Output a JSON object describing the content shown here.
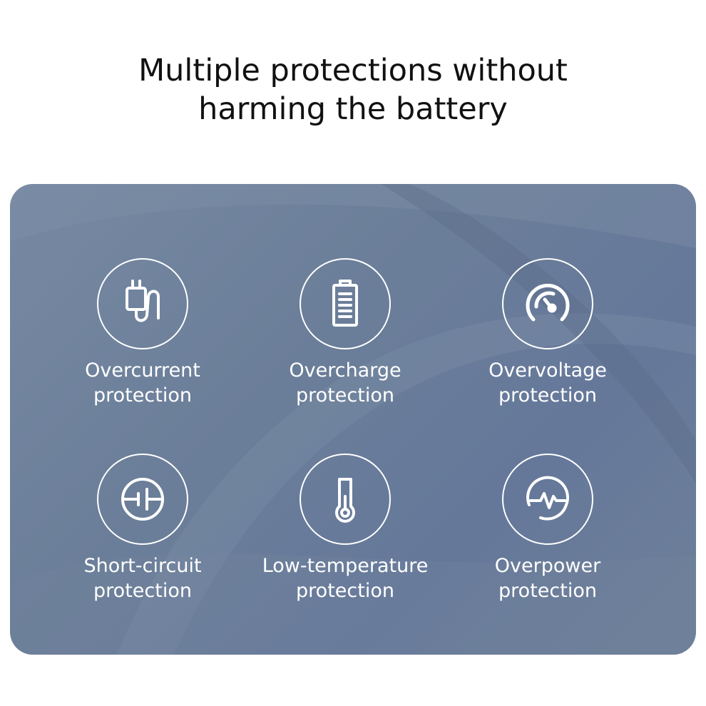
{
  "headline": {
    "line1": "Multiple protections without",
    "line2": "harming the battery"
  },
  "features": [
    {
      "icon": "charger-plug-icon",
      "line1": "Overcurrent",
      "line2": "protection"
    },
    {
      "icon": "battery-icon",
      "line1": "Overcharge",
      "line2": "protection"
    },
    {
      "icon": "gauge-icon",
      "line1": "Overvoltage",
      "line2": "protection"
    },
    {
      "icon": "short-circuit-icon",
      "line1": "Short-circuit",
      "line2": "protection"
    },
    {
      "icon": "thermometer-icon",
      "line1": "Low-temperature",
      "line2": "protection"
    },
    {
      "icon": "pulse-icon",
      "line1": "Overpower",
      "line2": "protection"
    }
  ],
  "colors": {
    "panel": "#6b7e99",
    "icon_stroke": "#ffffff",
    "headline_text": "#111111"
  }
}
